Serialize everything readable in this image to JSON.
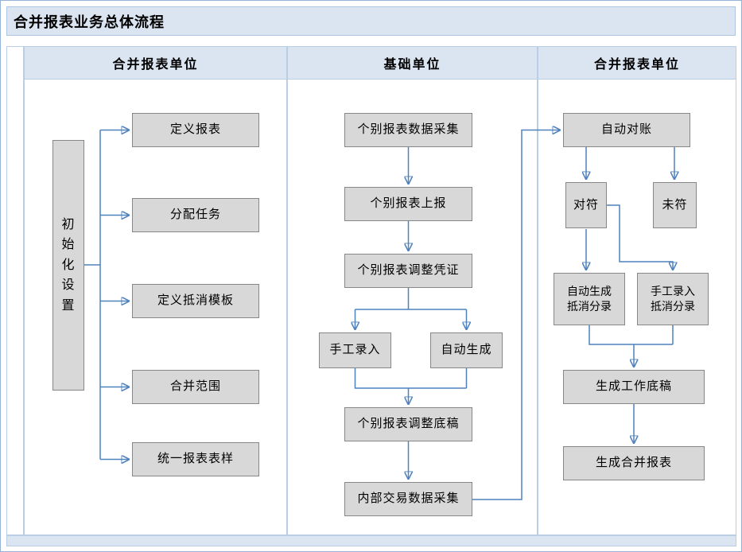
{
  "title": "合并报表业务总体流程",
  "lanes": {
    "left": "合并报表单位",
    "middle": "基础单位",
    "right": "合并报表单位"
  },
  "left_lane": {
    "init": "初始化设置",
    "items": [
      "定义报表",
      "分配任务",
      "定义抵消模板",
      "合并范围",
      "统一报表表样"
    ]
  },
  "middle_lane": {
    "collect": "个别报表数据采集",
    "submit": "个别报表上报",
    "voucher": "个别报表调整凭证",
    "manual": "手工录入",
    "auto": "自动生成",
    "draft": "个别报表调整底稿",
    "internal": "内部交易数据采集"
  },
  "right_lane": {
    "reconcile": "自动对账",
    "matched": "对符",
    "unmatched": "未符",
    "auto_entry": "自动生成抵消分录",
    "manual_entry": "手工录入抵消分录",
    "working_paper": "生成工作底稿",
    "report": "生成合并报表"
  },
  "colors": {
    "header_bg": "#dbe5f1",
    "lane_border": "#b9cde5",
    "node_bg": "#d8d8d8",
    "node_border": "#878787",
    "arrow": "#4f81bd"
  }
}
